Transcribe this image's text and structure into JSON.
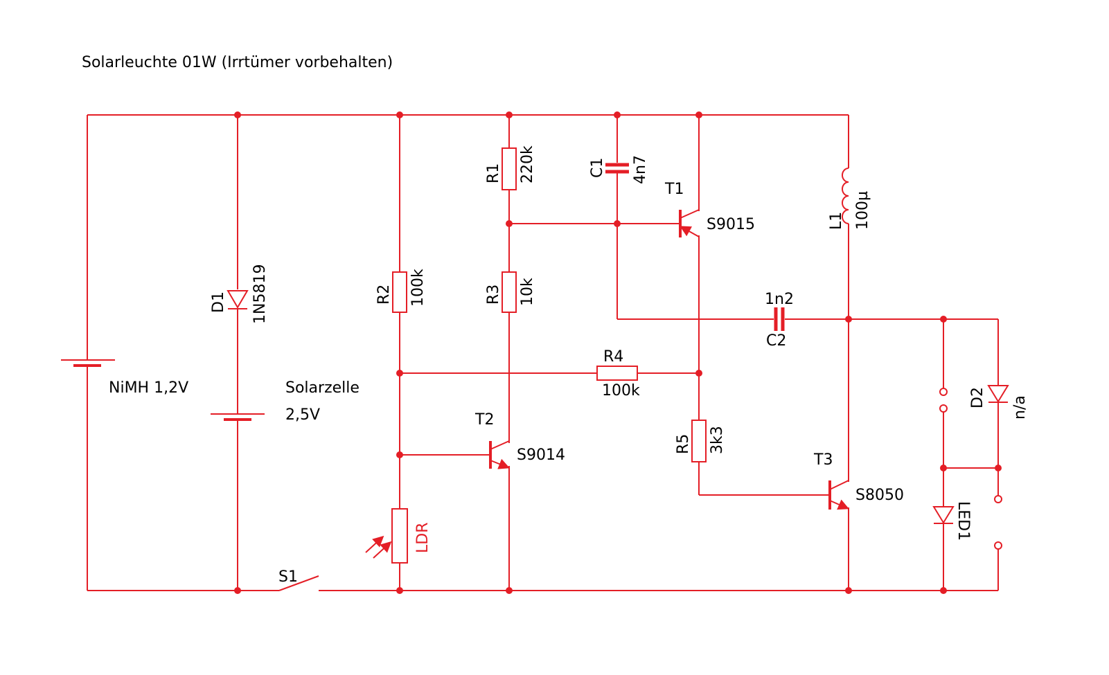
{
  "title": "Solarleuchte 01W (Irrtümer vorbehalten)",
  "battery": {
    "label": "NiMH 1,2V"
  },
  "solar": {
    "label_line1": "Solarzelle",
    "label_line2": "2,5V"
  },
  "D1": {
    "ref": "D1",
    "value": "1N5819"
  },
  "S1": {
    "ref": "S1"
  },
  "R1": {
    "ref": "R1",
    "value": "220k"
  },
  "R2": {
    "ref": "R2",
    "value": "100k"
  },
  "R3": {
    "ref": "R3",
    "value": "10k"
  },
  "R4": {
    "ref": "R4",
    "value": "100k"
  },
  "R5": {
    "ref": "R5",
    "value": "3k3"
  },
  "C1": {
    "ref": "C1",
    "value": "4n7"
  },
  "C2": {
    "ref": "C2",
    "value": "1n2"
  },
  "L1": {
    "ref": "L1",
    "value": "100µ"
  },
  "T1": {
    "ref": "T1",
    "value": "S9015"
  },
  "T2": {
    "ref": "T2",
    "value": "S9014"
  },
  "T3": {
    "ref": "T3",
    "value": "S8050"
  },
  "LDR": {
    "ref": "LDR"
  },
  "D2": {
    "ref": "D2",
    "value": "n/a"
  },
  "LED1": {
    "ref": "LED1"
  },
  "colors": {
    "wire": "#e41e26",
    "text": "#000000",
    "background": "#ffffff"
  }
}
